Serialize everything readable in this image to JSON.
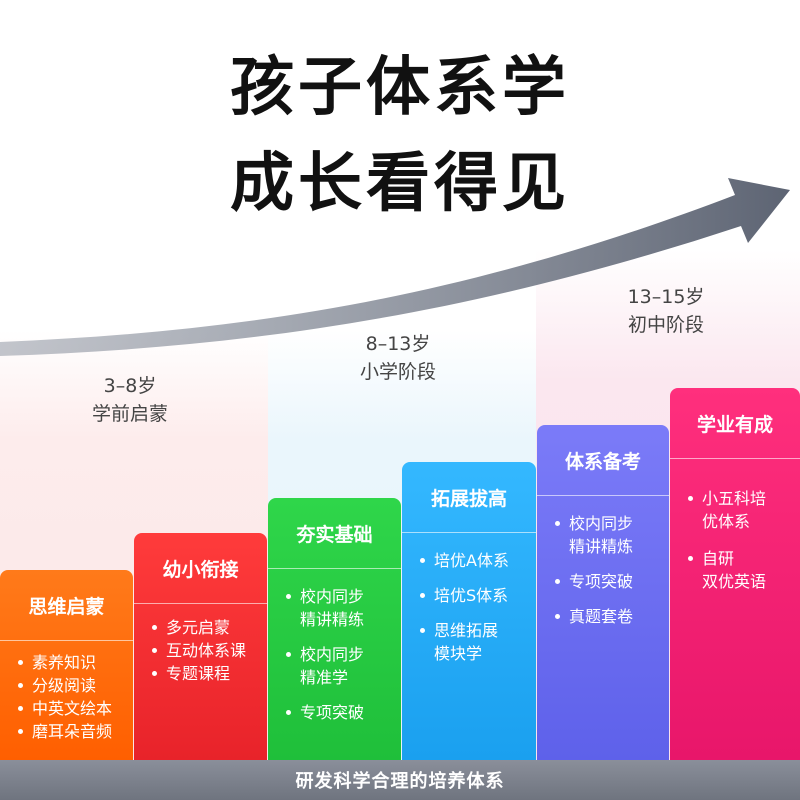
{
  "title": {
    "line1": "孩子体系学",
    "line2": "成长看得见"
  },
  "stages": [
    {
      "age": "3–8岁",
      "name": "学前启蒙"
    },
    {
      "age": "8–13岁",
      "name": "小学阶段"
    },
    {
      "age": "13–15岁",
      "name": "初中阶段"
    }
  ],
  "columns": [
    {
      "title": "思维启蒙",
      "items": [
        "素养知识",
        "分级阅读",
        "中英文绘本",
        "磨耳朵音频"
      ],
      "color": "#ff6a0a"
    },
    {
      "title": "幼小衔接",
      "items": [
        "多元启蒙",
        "互动体系课",
        "专题课程"
      ],
      "color": "#f0282f"
    },
    {
      "title": "夯实基础",
      "items": [
        "校内同步\n精讲精练",
        "校内同步\n精准学",
        "专项突破"
      ],
      "color": "#25cc41"
    },
    {
      "title": "拓展拔高",
      "items": [
        "培优A体系",
        "培优S体系",
        "思维拓展\n模块学"
      ],
      "color": "#22aaf5"
    },
    {
      "title": "体系备考",
      "items": [
        "校内同步\n精讲精炼",
        "专项突破",
        "真题套卷"
      ],
      "color": "#6b6ef2"
    },
    {
      "title": "学业有成",
      "items": [
        "小五科培\n优体系",
        "自研\n双优英语"
      ],
      "color": "#f52274"
    }
  ],
  "footer": "研发科学合理的培养体系"
}
